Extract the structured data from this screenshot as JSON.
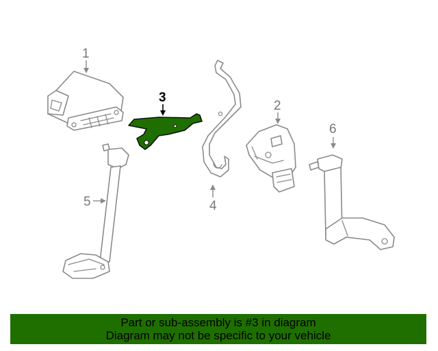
{
  "diagram": {
    "highlight_color": "#1f6f00",
    "callouts": [
      {
        "id": "1",
        "label": "1"
      },
      {
        "id": "2",
        "label": "2"
      },
      {
        "id": "3",
        "label": "3",
        "highlighted": true
      },
      {
        "id": "4",
        "label": "4"
      },
      {
        "id": "5",
        "label": "5"
      },
      {
        "id": "6",
        "label": "6"
      }
    ]
  },
  "banner": {
    "line1": "Part or sub-assembly is #3 in diagram",
    "line2": "Diagram may not be specific to your vehicle",
    "background": "#1f6f00"
  }
}
